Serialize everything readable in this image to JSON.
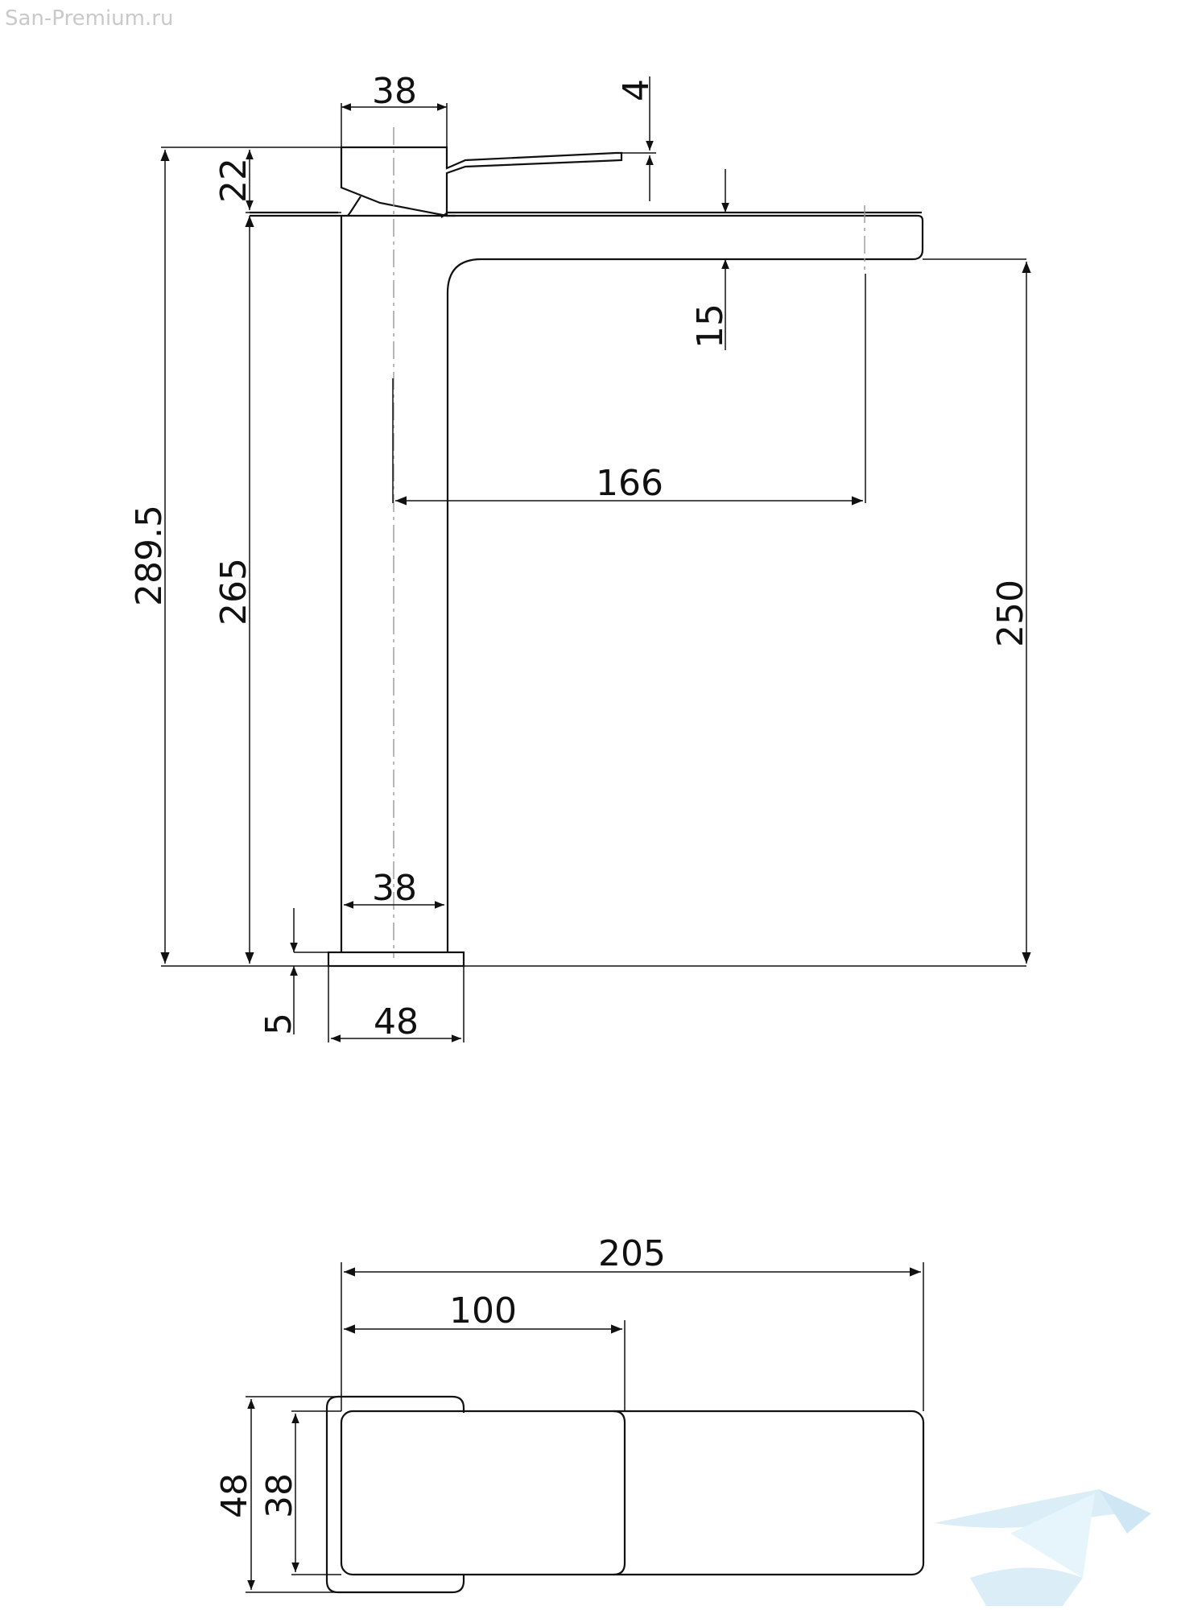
{
  "watermark": "San-Premium.ru",
  "colors": {
    "line": "#111111",
    "centerline": "#9a9a9a",
    "logo": "#bfe0f2"
  },
  "logo_icon": "wave-boat-logo-icon",
  "side_view": {
    "dims": {
      "top_width": "38",
      "lever_offset": "4",
      "handle_height": "22",
      "total_height": "289.5",
      "body_height": "265",
      "spout_thickness": "15",
      "spout_reach": "166",
      "spout_height": "250",
      "body_width": "38",
      "base_height": "5",
      "base_width": "48"
    }
  },
  "top_view": {
    "dims": {
      "total_length": "205",
      "handle_length": "100",
      "base_width": "48",
      "body_width": "38"
    }
  }
}
